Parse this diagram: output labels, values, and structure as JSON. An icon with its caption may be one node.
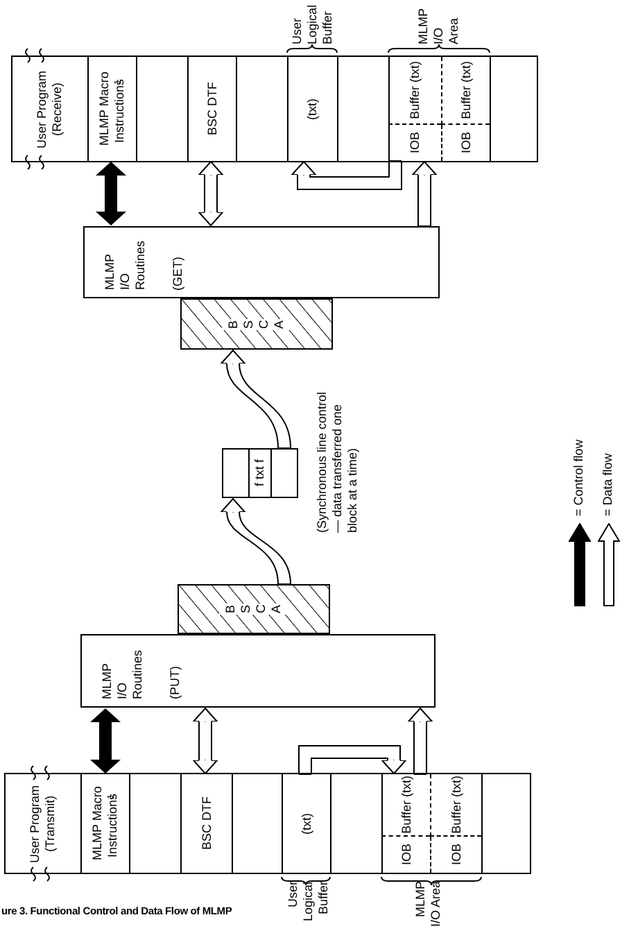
{
  "diagram": {
    "caption": "ure 3. Functional Control and Data Flow of MLMP",
    "nodes": [
      {
        "text": [],
        "shape": "box"
      },
      {
        "text": [
          "User Program (Receive)"
        ],
        "in": 0
      },
      {
        "text": [
          "MLMP Macro Instructions$^{1}$"
        ],
        "in": 0
      },
      {
        "text": [],
        "shape": "box",
        "in": 0
      },
      {
        "text": [
          "BSC DTF"
        ],
        "in": 0
      },
      {
        "text": [],
        "shape": "box",
        "in": 0
      },
      {
        "text": [
          "(txt)"
        ],
        "in": 0
      },
      {
        "text": [],
        "shape": "box",
        "in": 0
      },
      {
        "text": [
          "Buffer (txt)"
        ],
        "in": 0
      },
      {
        "text": [
          "IOB"
        ],
        "in": 0
      },
      {
        "text": [
          "Buffer (txt)"
        ],
        "in": 0
      },
      {
        "text": [
          "IOB"
        ],
        "in": 0
      },
      {
        "text": [],
        "shape": "box",
        "in": 0
      },
      {
        "text": [
          "MLMP I/O Routines",
          "(GET)"
        ]
      },
      {
        "text": [
          "B S C A"
        ]
      },
      {
        "text": [
          "f txt f"
        ]
      },
      {
        "text": [
          "B S C A"
        ]
      },
      {
        "text": [
          "MLMP I/O Routines",
          "(PUT)"
        ]
      },
      {
        "text": [],
        "shape": "box"
      },
      {
        "text": [
          "User Program (Transmit)"
        ],
        "in": 18
      },
      {
        "text": [
          "MLMP Macro Instructions$^{1}$"
        ],
        "in": 18
      },
      {
        "text": [],
        "shape": "box",
        "in": 18
      },
      {
        "text": [
          "BSC DTF"
        ],
        "in": 18
      },
      {
        "text": [],
        "shape": "box",
        "in": 18
      },
      {
        "text": [
          "(txt)"
        ],
        "in": 18
      },
      {
        "text": [],
        "shape": "box",
        "in": 18
      },
      {
        "text": [
          "Buffer (txt)"
        ],
        "in": 18
      },
      {
        "text": [
          "IOB"
        ],
        "in": 18
      },
      {
        "text": [
          "Buffer (txt)"
        ],
        "in": 18
      },
      {
        "text": [
          "IOB"
        ],
        "in": 18
      },
      {
        "text": [],
        "shape": "box",
        "in": 18
      }
    ],
    "edges": [
      {
        "from": 13,
        "to": 2,
        "arrow": "both",
        "style": "thick"
      },
      {
        "from": 13,
        "to": 4,
        "arrow": "both"
      },
      {
        "from": 9,
        "to": 6,
        "arrow": "to"
      },
      {
        "from": 13,
        "to": 9,
        "arrow": "to"
      },
      {
        "from": 15,
        "to": 14,
        "arrow": "to"
      },
      {
        "from": 16,
        "to": 15,
        "arrow": "to"
      },
      {
        "from": 17,
        "to": 20,
        "arrow": "both",
        "style": "thick"
      },
      {
        "from": 17,
        "to": 22,
        "arrow": "both"
      },
      {
        "from": 24,
        "to": 26,
        "arrow": "to"
      },
      {
        "from": 26,
        "to": 17,
        "arrow": "to"
      }
    ],
    "labels": [
      "User Logical Buffer",
      "MLMP I/O Area",
      "(Synchronous line control — data transferred one block at a time)",
      "User Logical Buffer",
      "MLMP I/O Area"
    ],
    "legend": [
      {
        "text": "= Control flow"
      },
      {
        "text": "= Data flow"
      }
    ]
  }
}
